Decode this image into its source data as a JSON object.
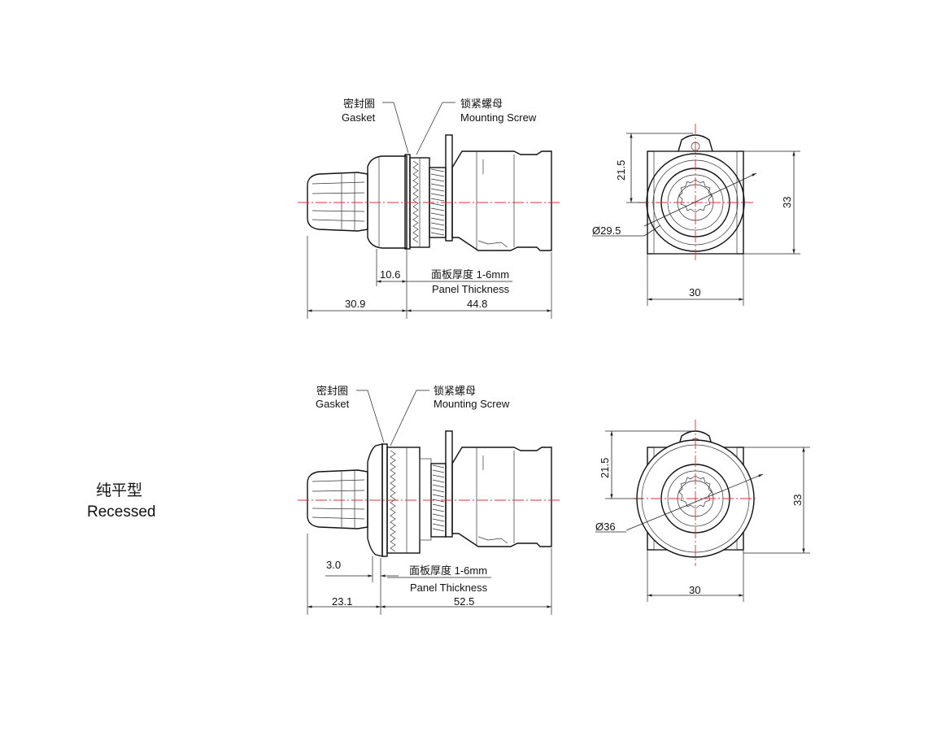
{
  "views": {
    "standard": {
      "gasket_cn": "密封圈",
      "gasket_en": "Gasket",
      "screw_cn": "锁紧螺母",
      "screw_en": "Mounting Screw",
      "panel_cn": "面板厚度 1-6mm",
      "panel_en": "Panel Thickness",
      "dim_front": "10.6",
      "dim_left": "30.9",
      "dim_right": "44.8",
      "dim_height_top": "21.5",
      "dim_height_total": "33",
      "dim_diameter": "Ø29.5",
      "dim_width": "30"
    },
    "recessed": {
      "title_cn": "纯平型",
      "title_en": "Recessed",
      "gasket_cn": "密封圈",
      "gasket_en": "Gasket",
      "screw_cn": "锁紧螺母",
      "screw_en": "Mounting Screw",
      "panel_cn": "面板厚度 1-6mm",
      "panel_en": "Panel Thickness",
      "dim_front": "3.0",
      "dim_left": "23.1",
      "dim_right": "52.5",
      "dim_height_top": "21.5",
      "dim_height_total": "33",
      "dim_diameter": "Ø36",
      "dim_width": "30"
    }
  },
  "colors": {
    "line": "#222222",
    "centerline": "#e03030"
  }
}
